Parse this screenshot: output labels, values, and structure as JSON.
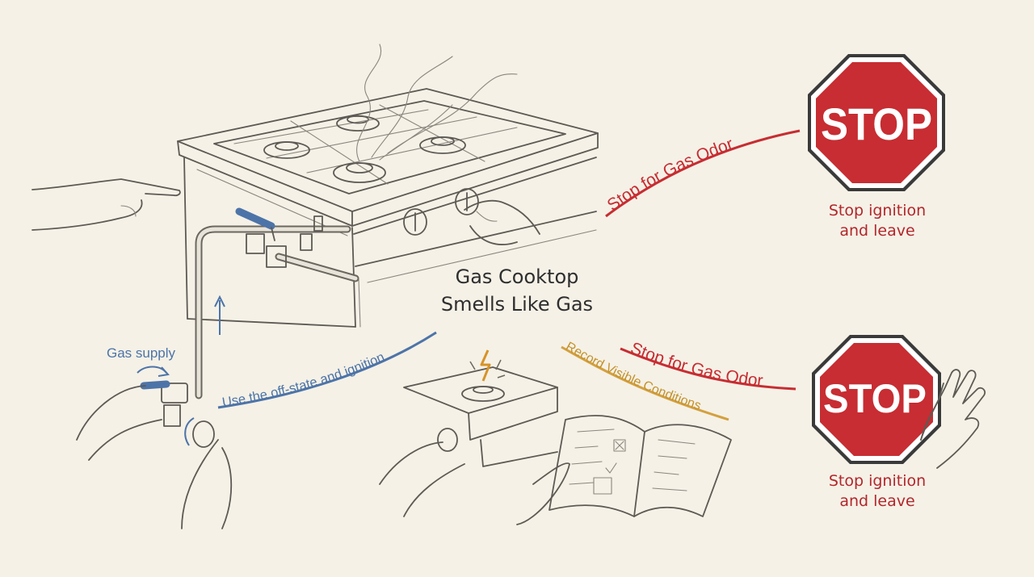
{
  "center_title": {
    "line1": "Gas Cooktop",
    "line2": "Smells Like Gas"
  },
  "branches": {
    "stop_top": "Stop for Gas Odor",
    "stop_bottom": "Stop for Gas Odor",
    "off_state": "Use the off-state and ignition",
    "record": "Record Visible Conditions"
  },
  "labels": {
    "gas_supply": "Gas supply"
  },
  "signs": {
    "top": {
      "text": "STOP",
      "caption_line1": "Stop ignition",
      "caption_line2": "and leave"
    },
    "bottom": {
      "text": "STOP",
      "caption_line1": "Stop ignition",
      "caption_line2": "and leave"
    }
  },
  "colors": {
    "stop_red": "#c72d32",
    "caption_red": "#b3262b",
    "supply_blue": "#4d74a8",
    "record_gold": "#d4a03e",
    "ink": "#5d5a54",
    "background": "#f5f1e7"
  }
}
